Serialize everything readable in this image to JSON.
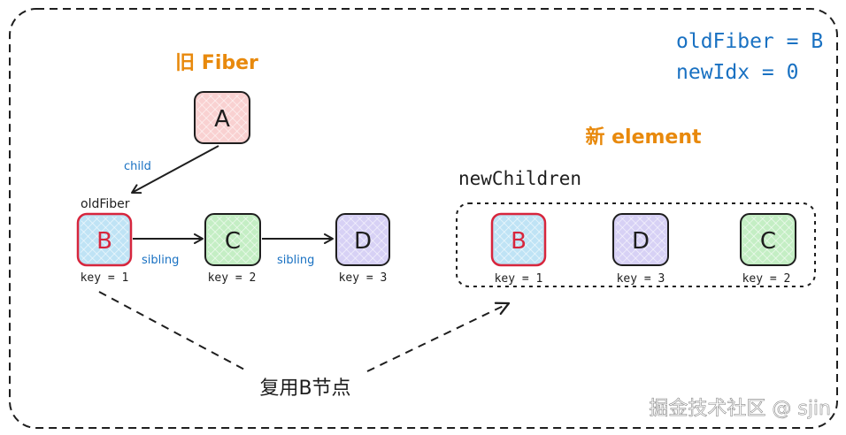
{
  "old_fiber_title": "旧 Fiber",
  "new_element_title": "新 element",
  "status": {
    "line1": "oldFiber = B",
    "line2": "newIdx = 0"
  },
  "old_nodes": [
    {
      "id": "A",
      "label": "A",
      "fill": "#f9d1d1",
      "stroke": "#1e1e1e",
      "text": "#1e1e1e"
    },
    {
      "id": "B",
      "label": "B",
      "key": "key = 1",
      "fill": "#bfe3f5",
      "stroke": "#d7263d",
      "text": "#d7263d"
    },
    {
      "id": "C",
      "label": "C",
      "key": "key = 2",
      "fill": "#c4eec4",
      "stroke": "#1e1e1e",
      "text": "#1e1e1e"
    },
    {
      "id": "D",
      "label": "D",
      "key": "key = 3",
      "fill": "#d7d1f5",
      "stroke": "#1e1e1e",
      "text": "#1e1e1e"
    }
  ],
  "edges": {
    "child": "child",
    "sibling1": "sibling",
    "sibling2": "sibling"
  },
  "pointer_label": "oldFiber",
  "new_children_label": "newChildren",
  "new_nodes": [
    {
      "id": "B",
      "label": "B",
      "key": "key = 1",
      "fill": "#bfe3f5",
      "stroke": "#d7263d",
      "text": "#d7263d"
    },
    {
      "id": "D",
      "label": "D",
      "key": "key = 3",
      "fill": "#d7d1f5",
      "stroke": "#1e1e1e",
      "text": "#1e1e1e"
    },
    {
      "id": "C",
      "label": "C",
      "key": "key = 2",
      "fill": "#c4eec4",
      "stroke": "#1e1e1e",
      "text": "#1e1e1e"
    }
  ],
  "reuse_label": "复用B节点",
  "watermark": "掘金技术社区 @ sjin",
  "colors": {
    "title_orange": "#e8890c",
    "status_blue": "#1971c2",
    "edge_label_blue": "#1971c2",
    "ink": "#1e1e1e"
  }
}
